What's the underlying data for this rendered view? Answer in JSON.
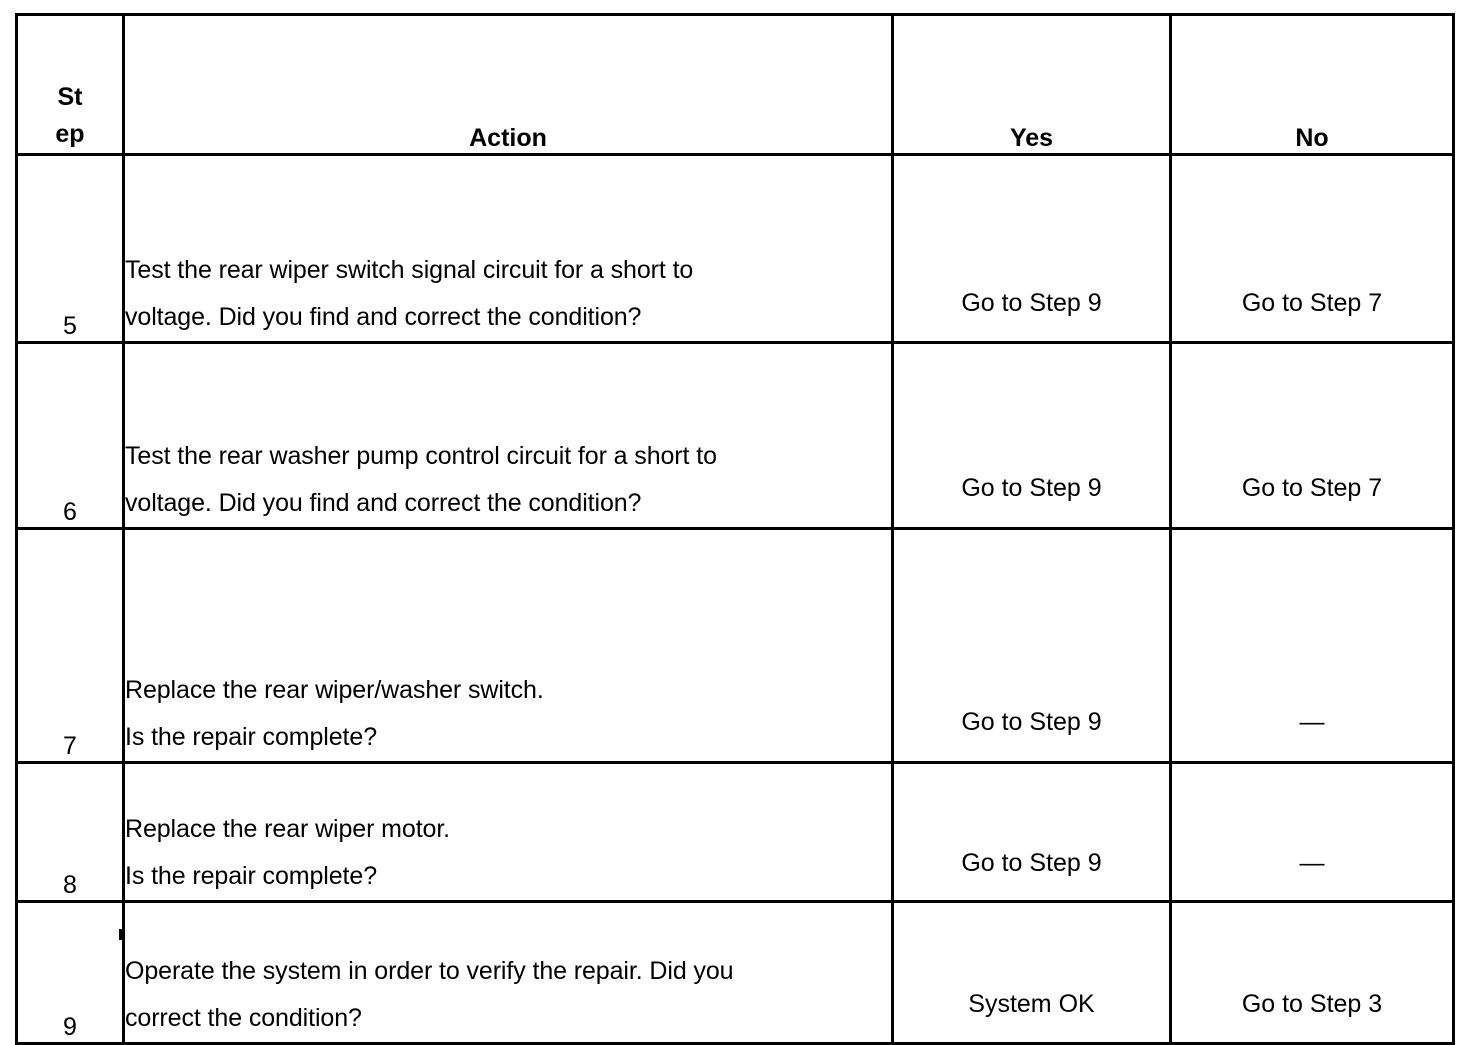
{
  "table": {
    "columns": [
      {
        "key": "step",
        "label_line1": "St",
        "label_line2": "ep"
      },
      {
        "key": "action",
        "label": "Action"
      },
      {
        "key": "yes",
        "label": "Yes"
      },
      {
        "key": "no",
        "label": "No"
      }
    ],
    "rows": [
      {
        "step": "5",
        "action_line1": "Test the rear wiper switch signal circuit for a short to",
        "action_line2": "voltage.  Did you find and correct the condition?",
        "yes": "Go to Step 9",
        "no": "Go to Step 7"
      },
      {
        "step": "6",
        "action_line1": "Test the rear washer pump control circuit for a short to",
        "action_line2": "voltage.  Did you find and correct the condition?",
        "yes": "Go to Step 9",
        "no": "Go to Step 7"
      },
      {
        "step": "7",
        "action_line1": "Replace the rear wiper/washer switch.",
        "action_line2": "Is the repair complete?",
        "yes": "Go to Step 9",
        "no": "—"
      },
      {
        "step": "8",
        "action_line1": "Replace the rear wiper motor.",
        "action_line2": "Is the repair complete?",
        "yes": "Go to Step 9",
        "no": "—"
      },
      {
        "step": "9",
        "action_line1": "Operate the system in order to verify the repair. Did you",
        "action_line2": "correct the condition?",
        "yes": "System OK",
        "no": "Go to Step 3"
      }
    ]
  },
  "colors": {
    "border": "#000000",
    "text": "#000000",
    "background": "#ffffff"
  }
}
